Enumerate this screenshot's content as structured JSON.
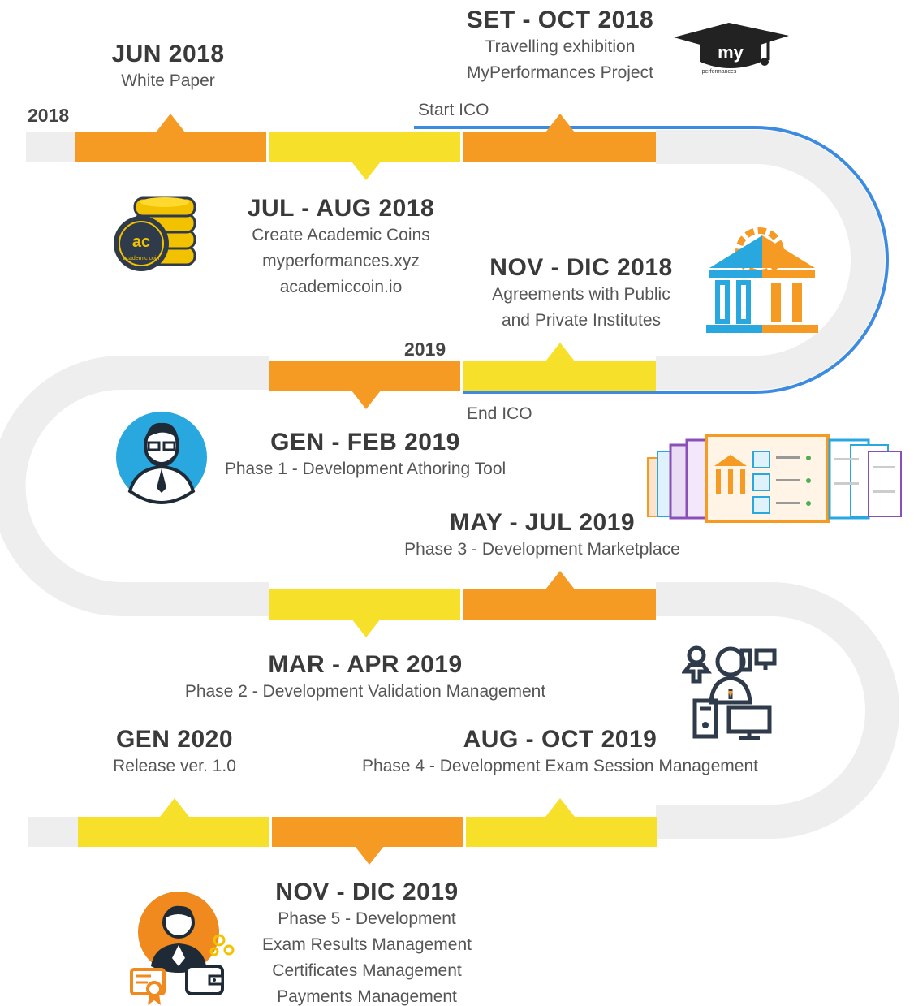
{
  "years": {
    "y2018": "2018",
    "y2019": "2019"
  },
  "ico": {
    "start": "Start ICO",
    "end": "End ICO"
  },
  "colors": {
    "road": "#eeeeee",
    "orange": "#f59a23",
    "yellow": "#f7e02a",
    "ico_line": "#3d8be0"
  },
  "milestones": [
    {
      "date": "JUN 2018",
      "lines": [
        "White Paper"
      ]
    },
    {
      "date": "JUL - AUG 2018",
      "lines": [
        "Create Academic Coins",
        "myperformances.xyz",
        "academiccoin.io"
      ]
    },
    {
      "date": "SET - OCT 2018",
      "lines": [
        "Travelling exhibition",
        "MyPerformances Project"
      ]
    },
    {
      "date": "NOV - DIC 2018",
      "lines": [
        "Agreements with Public",
        "and Private Institutes"
      ]
    },
    {
      "date": "GEN - FEB 2019",
      "lines": [
        "Phase 1 - Development Athoring Tool"
      ]
    },
    {
      "date": "MAY - JUL 2019",
      "lines": [
        "Phase 3 - Development Marketplace"
      ]
    },
    {
      "date": "MAR - APR 2019",
      "lines": [
        "Phase 2 - Development Validation Management"
      ]
    },
    {
      "date": "GEN 2020",
      "lines": [
        "Release ver. 1.0"
      ]
    },
    {
      "date": "AUG - OCT 2019",
      "lines": [
        "Phase 4 - Development Exam Session Management"
      ]
    },
    {
      "date": "NOV - DIC 2019",
      "lines": [
        "Phase 5 - Development",
        "Exam Results Management",
        "Certificates Management",
        "Payments Management"
      ]
    }
  ],
  "logo": {
    "brand": "my",
    "sub": "performances"
  },
  "coin": {
    "letters": "ac",
    "caption": "academic coin"
  },
  "icons": [
    "graduation-cap-logo",
    "coin-stack-icon",
    "institution-icon",
    "developer-avatar-icon",
    "document-pages-icon",
    "network-user-icon",
    "manager-avatar-icon"
  ]
}
